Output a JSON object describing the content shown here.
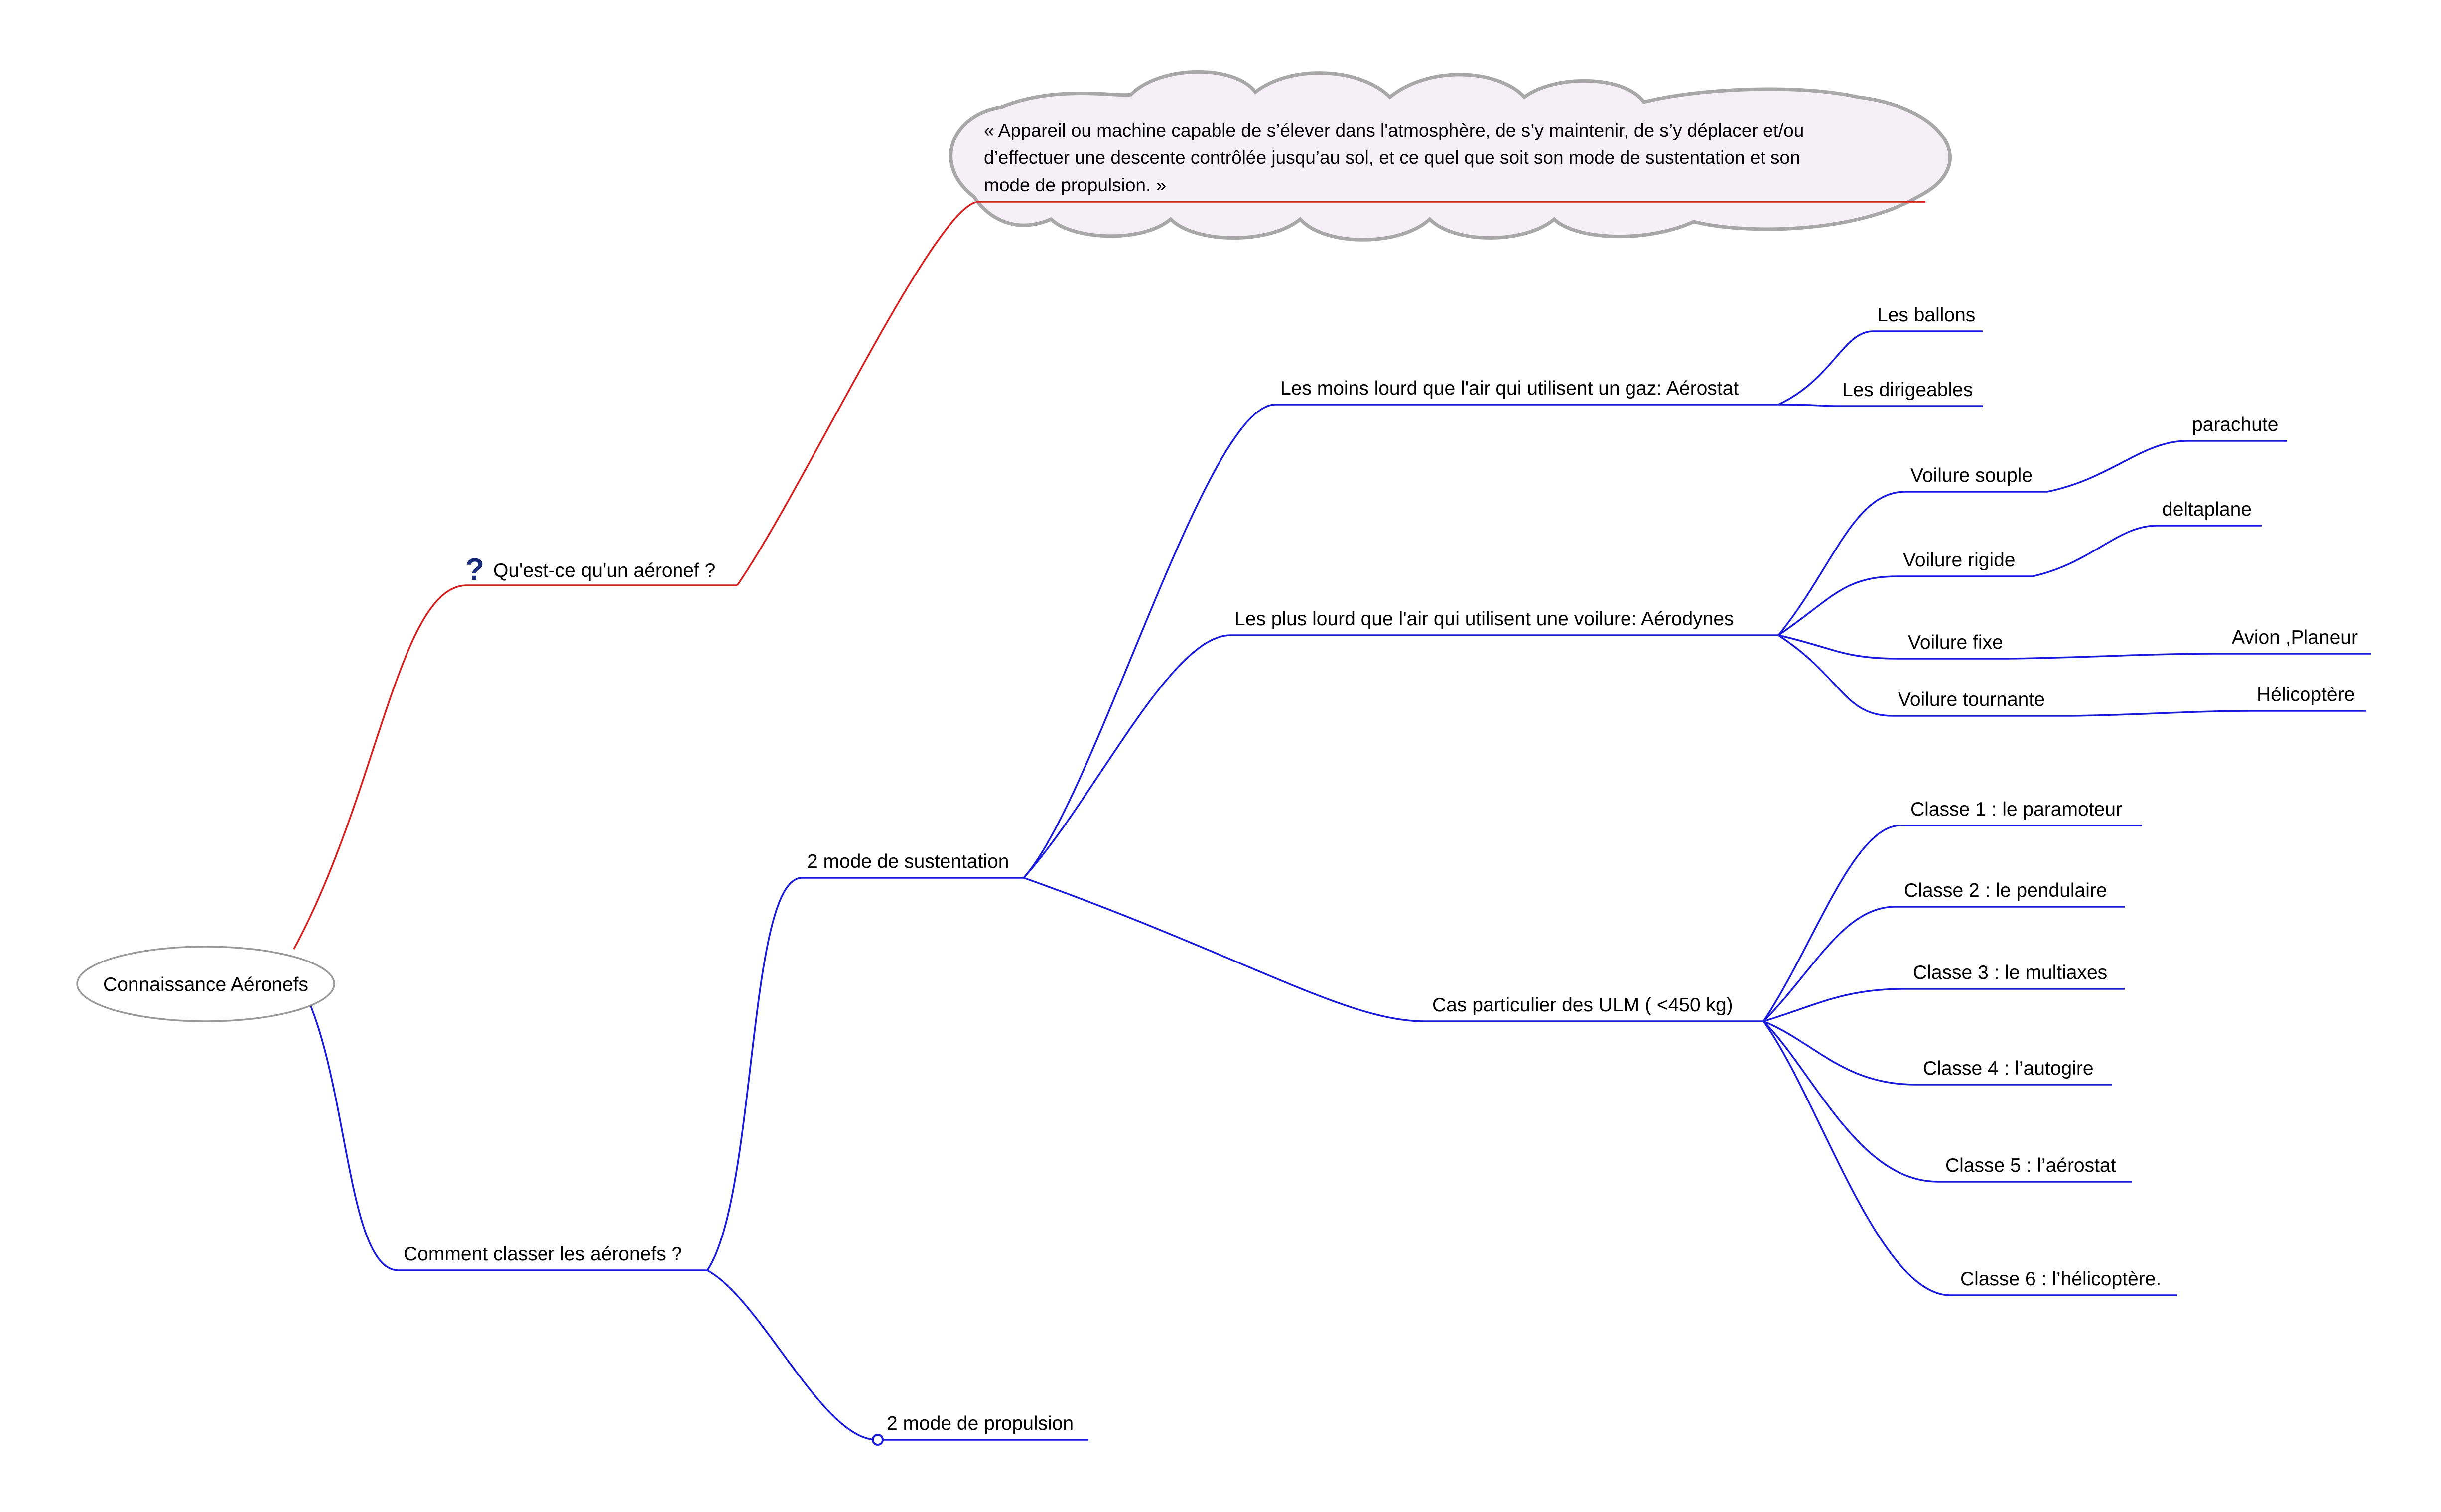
{
  "colors": {
    "question_branch": "#d62020",
    "classification_branch": "#1a1adc",
    "cloud_fill": "#f5f0f5",
    "cloud_stroke": "#a8a8a8",
    "root_stroke": "#999999",
    "question_icon": "#1a2a7a"
  },
  "root": {
    "label": "Connaissance Aéronefs"
  },
  "question": {
    "label": "Qu'est-ce qu'un aéronef ?",
    "icon": "question-mark-icon",
    "definition": {
      "lines": [
        "« Appareil ou machine capable de s’élever dans l'atmosphère, de s’y maintenir, de s’y déplacer et/ou",
        "d’effectuer une descente contrôlée jusqu’au sol, et ce quel que soit son mode de sustentation et son",
        "mode de propulsion. »"
      ]
    }
  },
  "classify": {
    "label": "Comment classer les aéronefs ?",
    "sustentation": {
      "label": "2 mode de sustentation",
      "aerostat": {
        "label": "Les moins lourd que l'air qui utilisent un gaz: Aérostat",
        "children": [
          "Les ballons",
          "Les dirigeables"
        ]
      },
      "aerodyne": {
        "label": "Les plus lourd que l'air qui utilisent une voilure: Aérodynes",
        "children": [
          {
            "label": "Voilure souple",
            "leaf": "parachute"
          },
          {
            "label": "Voilure rigide",
            "leaf": "deltaplane"
          },
          {
            "label": "Voilure fixe",
            "leaf": "Avion ,Planeur"
          },
          {
            "label": "Voilure tournante",
            "leaf": "Hélicoptère"
          }
        ]
      },
      "ulm": {
        "label": "Cas particulier des ULM ( <450 kg)",
        "classes": [
          "Classe 1 : le paramoteur",
          "Classe 2 : le pendulaire",
          "Classe 3 : le multiaxes",
          "Classe 4 : l’autogire",
          "Classe 5 : l’aérostat",
          "Classe 6 : l’hélicoptère."
        ]
      }
    },
    "propulsion": {
      "label": "2 mode de propulsion"
    }
  }
}
